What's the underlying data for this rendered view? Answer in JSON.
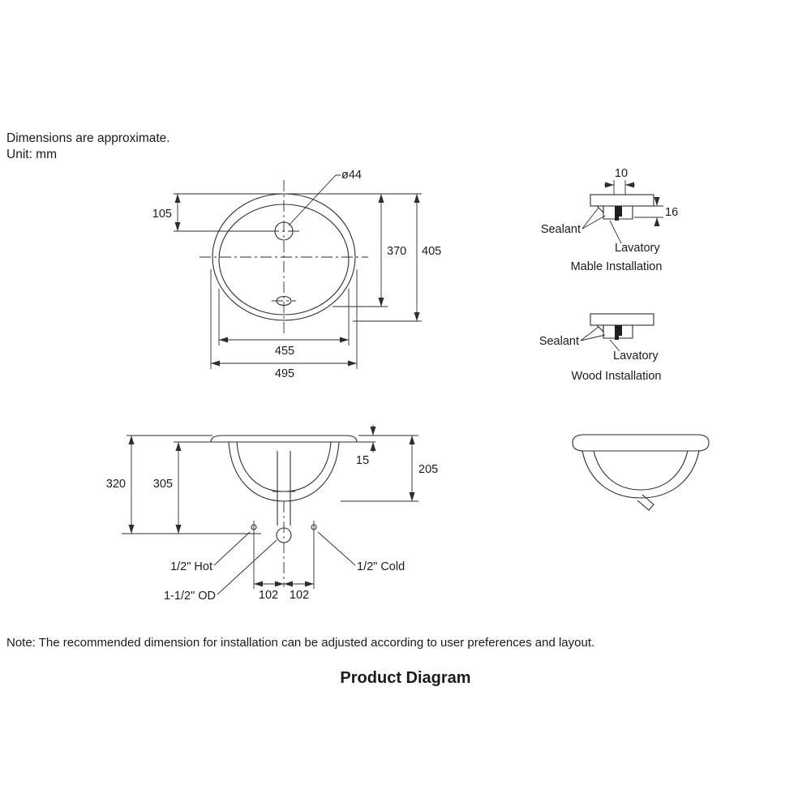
{
  "header": {
    "line1": "Dimensions are approximate.",
    "line2": "Unit: mm"
  },
  "top_view": {
    "hole_dia": "ø44",
    "d105": "105",
    "d370": "370",
    "d405": "405",
    "d455": "455",
    "d495": "495"
  },
  "marble": {
    "d10": "10",
    "d16": "16",
    "sealant": "Sealant",
    "lavatory": "Lavatory",
    "caption": "Mable Installation"
  },
  "wood": {
    "sealant": "Sealant",
    "lavatory": "Lavatory",
    "caption": "Wood Installation"
  },
  "side_view": {
    "d320": "320",
    "d305": "305",
    "d15": "15",
    "d205": "205",
    "hot": "1/2\" Hot",
    "cold": "1/2\" Cold",
    "od": "1-1/2\" OD",
    "d102_left": "102",
    "d102_right": "102"
  },
  "note": "Note: The recommended dimension for installation can be adjusted according to user preferences and layout.",
  "title": "Product Diagram"
}
